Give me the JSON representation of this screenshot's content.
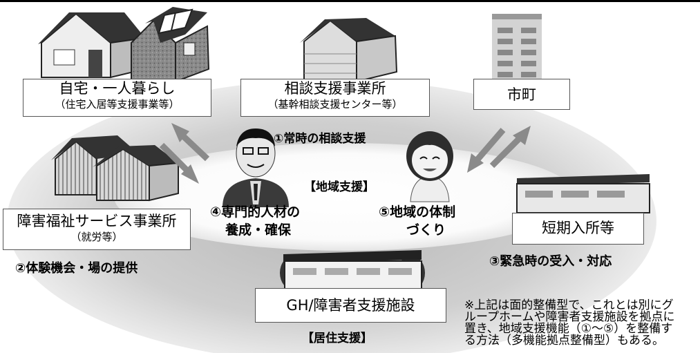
{
  "boxes": {
    "home": {
      "line1": "自宅・一人暮らし",
      "line2": "（住宅入居等支援事業等）"
    },
    "consult": {
      "line1": "相談支援事業所",
      "line2": "（基幹相談支援センター等）"
    },
    "city": {
      "line1": "市町"
    },
    "welfare": {
      "line1": "障害福祉サービス事業所",
      "line2": "（就労等）"
    },
    "shortstay": {
      "line1": "短期入所等"
    },
    "gh": {
      "line1": "GH/障害者支援施設"
    }
  },
  "labels": {
    "consultation": "①常時の相談支援",
    "experience": "②体験機会・場の提供",
    "emergency": "③緊急時の受入・対応",
    "specialist_line1": "④専門的人材の",
    "specialist_line2": "養成・確保",
    "community_line1": "⑤地域の体制",
    "community_line2": "づくり",
    "regional_support": "【地域支援】",
    "residential_support": "【居住支援】"
  },
  "note": {
    "line1": "※上記は面的整備型で、これとは別にグ",
    "line2": "ループホームや障害者支援施設を拠点に",
    "line3": "置き、地域支援機能（①～⑤）を整備す",
    "line4": "る方法（多機能拠点整備型）もある。"
  },
  "icons": {
    "house1": "house-icon",
    "house2": "house-solar-icon",
    "office": "office-building-icon",
    "city_hall": "city-hall-building-icon",
    "factory": "factory-building-icon",
    "short_stay": "short-stay-building-icon",
    "facility": "facility-building-icon",
    "man": "man-person-icon",
    "woman": "woman-person-icon"
  }
}
